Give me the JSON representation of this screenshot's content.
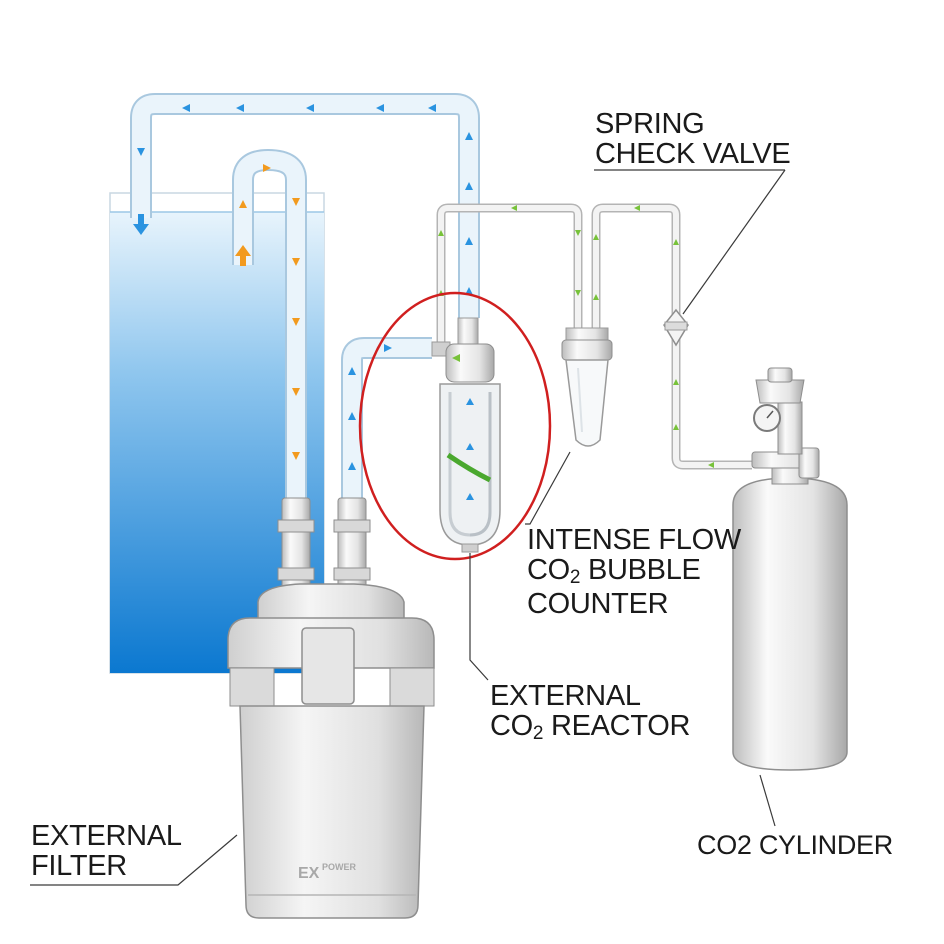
{
  "labels": {
    "spring_check_valve": [
      "SPRING",
      "CHECK VALVE"
    ],
    "bubble_counter": [
      "INTENSE FLOW",
      "CO",
      "2",
      " BUBBLE",
      "COUNTER"
    ],
    "reactor": [
      "EXTERNAL",
      "CO",
      "2",
      " REACTOR"
    ],
    "filter": [
      "EXTERNAL",
      "FILTER"
    ],
    "cylinder": "CO2 CYLINDER",
    "filter_brand": [
      "EX",
      "POWER"
    ]
  },
  "colors": {
    "water_top": "#e8f4fc",
    "water_bottom": "#0b78d0",
    "tube_fill": "#e8f3fb",
    "tube_stroke": "#a9c8df",
    "gas_line_stroke": "#b4b4b4",
    "arrow_blue": "#2a93e0",
    "arrow_orange": "#f29a1e",
    "arrow_green": "#78c23a",
    "highlight_ring": "#d01f1f",
    "metal": "#d4d4d4"
  }
}
